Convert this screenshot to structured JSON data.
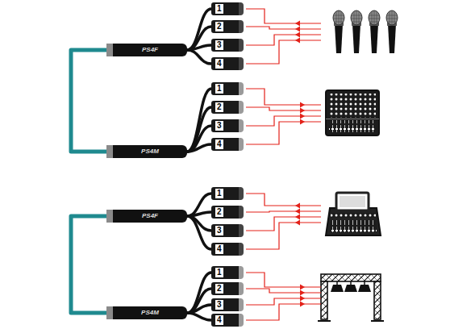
{
  "diagram": {
    "nodes": [
      {
        "text": [
          "PS4F"
        ]
      },
      {
        "text": [
          "1"
        ]
      },
      {
        "text": [
          "2"
        ]
      },
      {
        "text": [
          "3"
        ]
      },
      {
        "text": [
          "4"
        ]
      },
      {
        "text": [
          "PS4M"
        ]
      },
      {
        "text": [
          "1"
        ]
      },
      {
        "text": [
          "2"
        ]
      },
      {
        "text": [
          "3"
        ]
      },
      {
        "text": [
          "4"
        ]
      },
      {
        "text": [
          "PS4F"
        ]
      },
      {
        "text": [
          "1"
        ]
      },
      {
        "text": [
          "2"
        ]
      },
      {
        "text": [
          "3"
        ]
      },
      {
        "text": [
          "4"
        ]
      },
      {
        "text": [
          "PS4M"
        ]
      },
      {
        "text": [
          "1"
        ]
      },
      {
        "text": [
          "2"
        ]
      },
      {
        "text": [
          "3"
        ]
      },
      {
        "text": [
          "4"
        ]
      }
    ],
    "edges": [
      {
        "from": 0,
        "to": 5,
        "arrow": "none"
      },
      {
        "from": 0,
        "to": 1,
        "arrow": "none"
      },
      {
        "from": 0,
        "to": 2,
        "arrow": "none"
      },
      {
        "from": 0,
        "to": 3,
        "arrow": "none"
      },
      {
        "from": 0,
        "to": 4,
        "arrow": "none"
      },
      {
        "from": 5,
        "to": 6,
        "arrow": "none"
      },
      {
        "from": 5,
        "to": 7,
        "arrow": "none"
      },
      {
        "from": 5,
        "to": 8,
        "arrow": "none"
      },
      {
        "from": 5,
        "to": 9,
        "arrow": "none"
      },
      {
        "from": 10,
        "to": 15,
        "arrow": "none"
      },
      {
        "from": 10,
        "to": 11,
        "arrow": "none"
      },
      {
        "from": 10,
        "to": 12,
        "arrow": "none"
      },
      {
        "from": 10,
        "to": 13,
        "arrow": "none"
      },
      {
        "from": 10,
        "to": 14,
        "arrow": "none"
      },
      {
        "from": 15,
        "to": 16,
        "arrow": "none"
      },
      {
        "from": 15,
        "to": 17,
        "arrow": "none"
      },
      {
        "from": 15,
        "to": 18,
        "arrow": "none"
      },
      {
        "from": 15,
        "to": 19,
        "arrow": "none"
      }
    ]
  }
}
